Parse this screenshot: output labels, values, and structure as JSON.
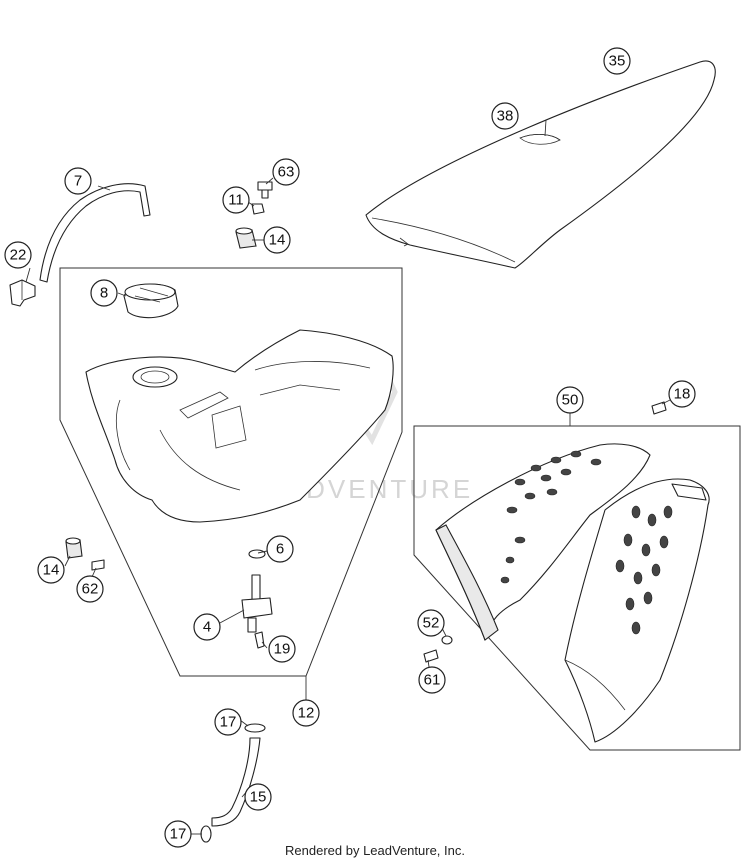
{
  "callouts": {
    "c35": "35",
    "c38": "38",
    "c7": "7",
    "c63": "63",
    "c11": "11",
    "c14a": "14",
    "c22": "22",
    "c8": "8",
    "c50": "50",
    "c18": "18",
    "c6": "6",
    "c14b": "14",
    "c62": "62",
    "c4": "4",
    "c19": "19",
    "c52": "52",
    "c61": "61",
    "c12": "12",
    "c17a": "17",
    "c15": "15",
    "c17b": "17"
  },
  "watermark": "LEADVENTURE",
  "credit": "Rendered by LeadVenture, Inc."
}
